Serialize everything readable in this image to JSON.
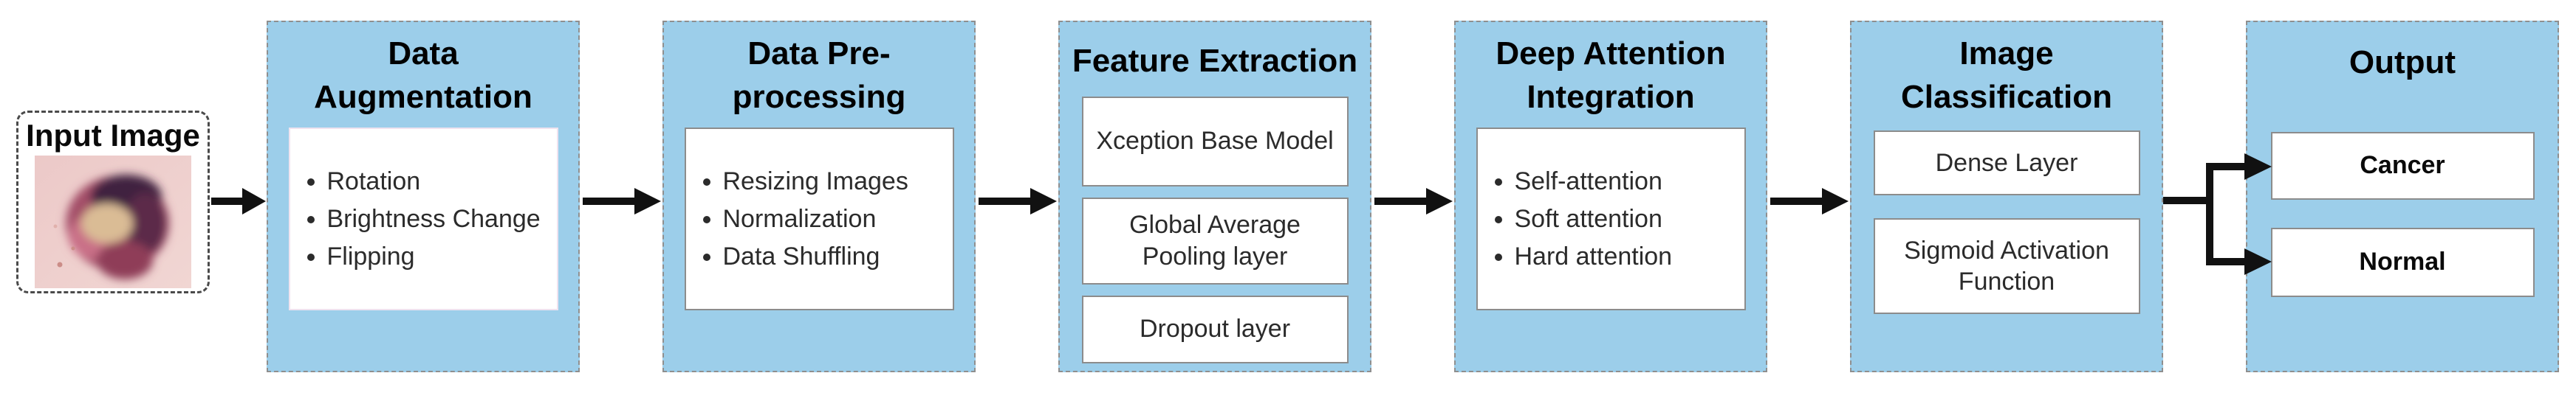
{
  "input": {
    "label": "Input Image"
  },
  "stages": [
    {
      "id": "data-augmentation",
      "title": "Data\nAugmentation",
      "items": [
        "Rotation",
        "Brightness Change",
        "Flipping"
      ]
    },
    {
      "id": "data-preprocessing",
      "title": "Data Pre-\nprocessing",
      "items": [
        "Resizing Images",
        "Normalization",
        "Data Shuffling"
      ]
    },
    {
      "id": "feature-extraction",
      "title": "Feature Extraction",
      "boxes": [
        "Xception Base Model",
        "Global Average Pooling layer",
        "Dropout layer"
      ]
    },
    {
      "id": "deep-attention-integration",
      "title": "Deep Attention\nIntegration",
      "items": [
        "Self-attention",
        "Soft attention",
        "Hard attention"
      ]
    },
    {
      "id": "image-classification",
      "title": "Image\nClassification",
      "boxes": [
        "Dense Layer",
        "Sigmoid Activation Function"
      ]
    },
    {
      "id": "output",
      "title": "Output",
      "boxes": [
        "Cancer",
        "Normal"
      ]
    }
  ],
  "colors": {
    "stage_bg": "#9CCEEA",
    "stage_border": "#8f8f8f",
    "inner_box_border": "#8c8c8c",
    "arrow": "#111111",
    "title_text": "#000000",
    "body_text": "#2b2b2b"
  }
}
